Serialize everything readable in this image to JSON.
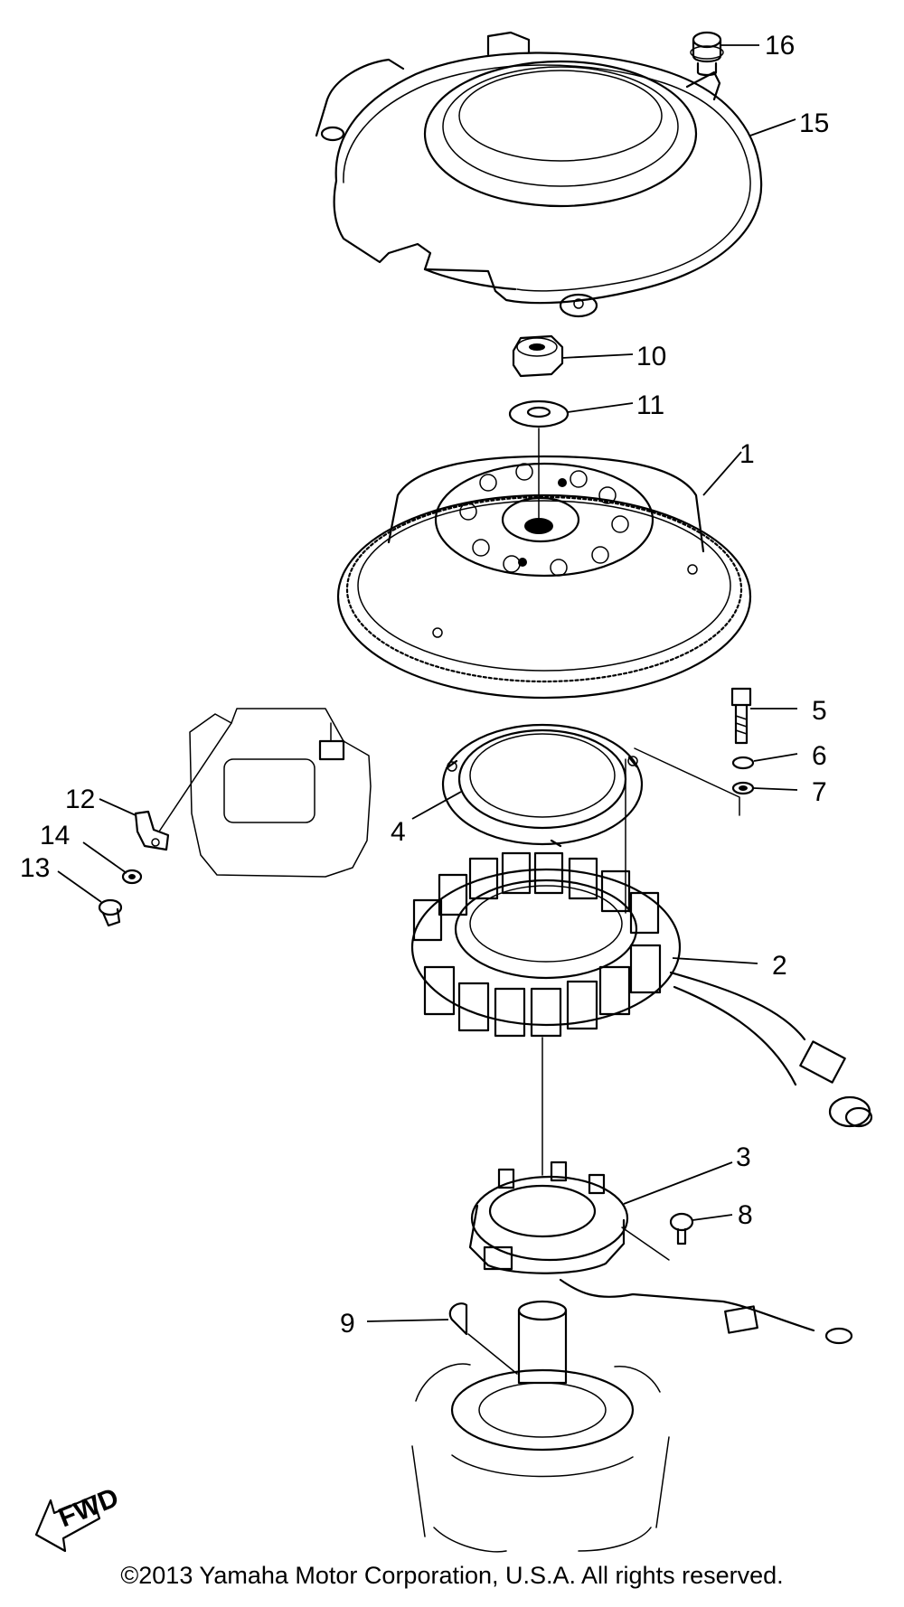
{
  "callouts": {
    "p1": "1",
    "p2": "2",
    "p3": "3",
    "p4": "4",
    "p5": "5",
    "p6": "6",
    "p7": "7",
    "p8": "8",
    "p9": "9",
    "p10": "10",
    "p11": "11",
    "p12": "12",
    "p13": "13",
    "p14": "14",
    "p15": "15",
    "p16": "16"
  },
  "fwd_label": "FWD",
  "copyright": "©2013 Yamaha Motor Corporation, U.S.A. All rights reserved."
}
